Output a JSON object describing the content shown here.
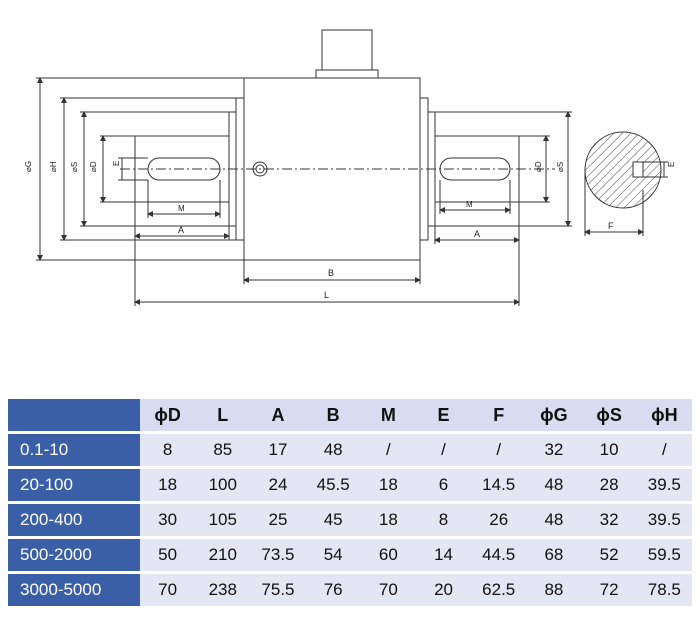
{
  "drawing": {
    "labels": {
      "phiG": "⌀G",
      "phiH": "⌀H",
      "phiS": "⌀S",
      "phiD": "⌀D",
      "E": "E",
      "M": "M",
      "A": "A",
      "B": "B",
      "L": "L",
      "F": "F"
    },
    "colors": {
      "line": "#333333",
      "hatch": "#555555"
    }
  },
  "table": {
    "headers": [
      "",
      "ϕD",
      "L",
      "A",
      "B",
      "M",
      "E",
      "F",
      "ϕG",
      "ϕS",
      "ϕH"
    ],
    "rows": [
      [
        "0.1-10",
        "8",
        "85",
        "17",
        "48",
        "/",
        "/",
        "/",
        "32",
        "10",
        "/"
      ],
      [
        "20-100",
        "18",
        "100",
        "24",
        "45.5",
        "18",
        "6",
        "14.5",
        "48",
        "28",
        "39.5"
      ],
      [
        "200-400",
        "30",
        "105",
        "25",
        "45",
        "18",
        "8",
        "26",
        "48",
        "32",
        "39.5"
      ],
      [
        "500-2000",
        "50",
        "210",
        "73.5",
        "54",
        "60",
        "14",
        "44.5",
        "68",
        "52",
        "59.5"
      ],
      [
        "3000-5000",
        "70",
        "238",
        "75.5",
        "76",
        "70",
        "20",
        "62.5",
        "88",
        "72",
        "78.5"
      ]
    ],
    "colors": {
      "header_bg": "#d8dcf0",
      "range_bg": "#3b5fa7",
      "cell_bg": "#e4e6f3"
    }
  }
}
